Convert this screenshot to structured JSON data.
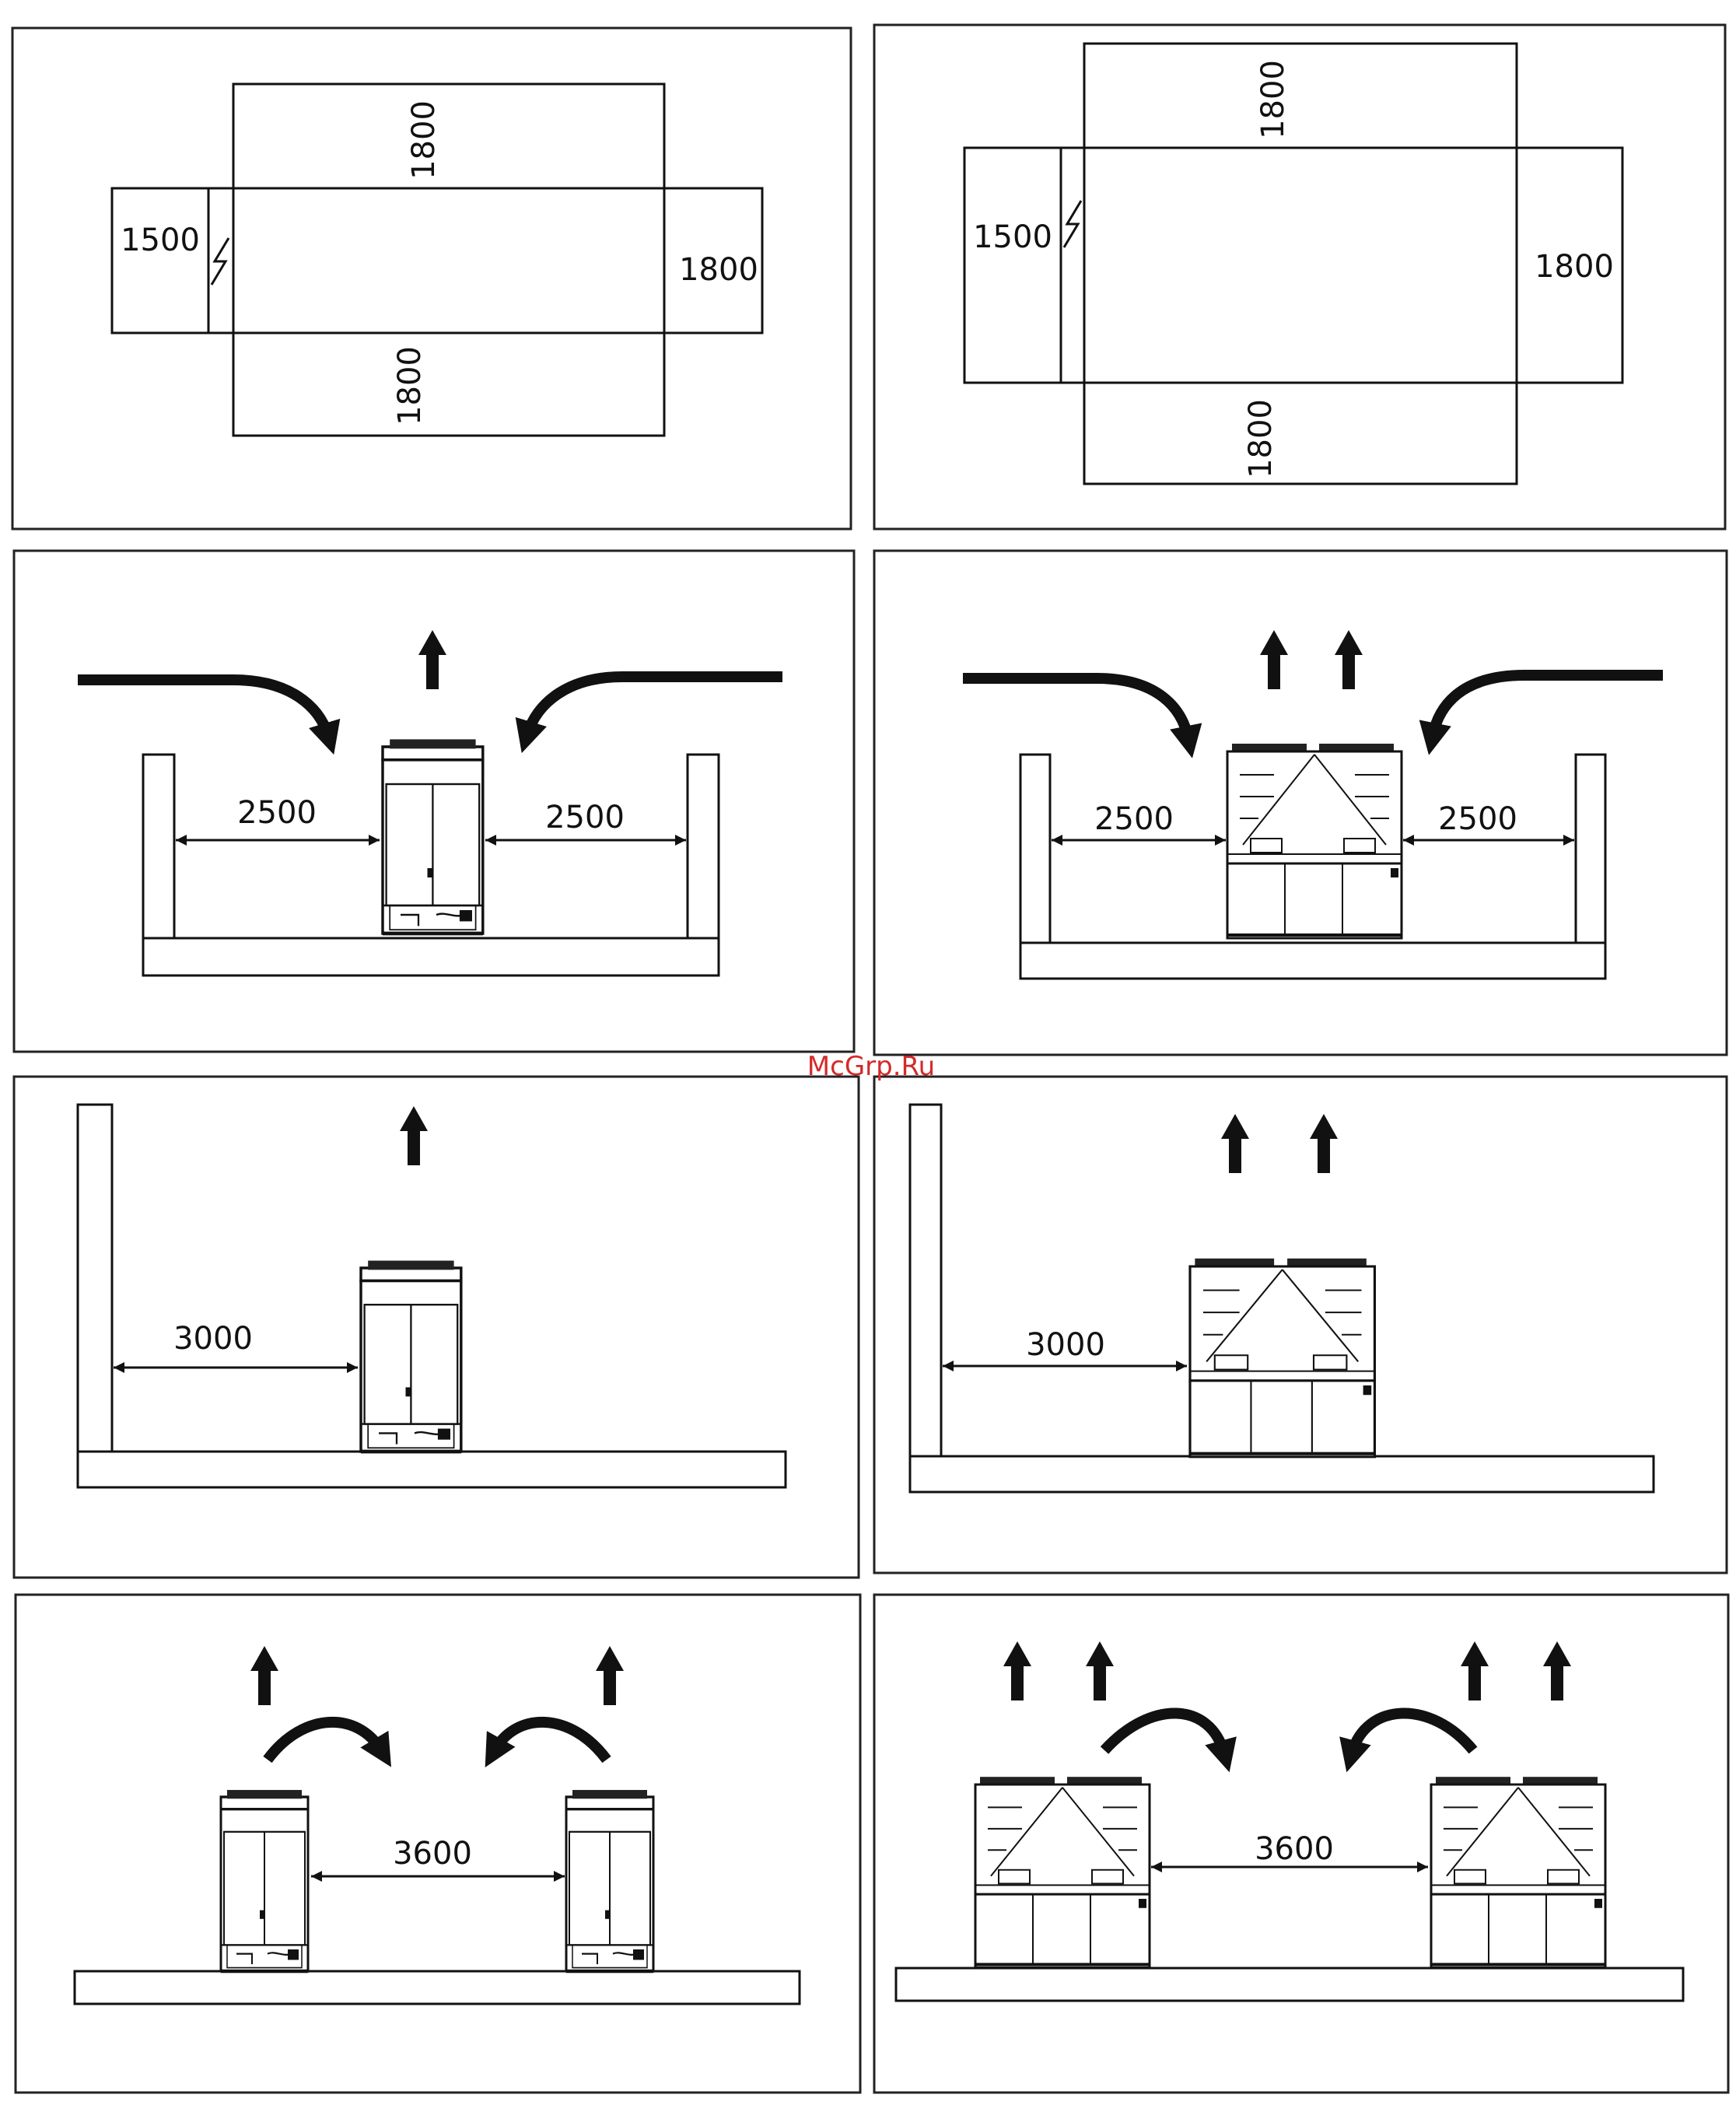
{
  "watermark": "McGrp.Ru",
  "panels": {
    "p1": {
      "top": "1800",
      "bottom": "1800",
      "left": "1500",
      "right": "1800"
    },
    "p2": {
      "top": "1800",
      "bottom": "1800",
      "left": "1500",
      "right": "1800"
    },
    "p3": {
      "left": "2500",
      "right": "2500"
    },
    "p4": {
      "left": "2500",
      "right": "2500"
    },
    "p5": {
      "wall": "3000"
    },
    "p6": {
      "wall": "3000"
    },
    "p7": {
      "between": "3600"
    },
    "p8": {
      "between": "3600"
    }
  },
  "icons": [
    "electrical-symbol-icon",
    "airflow-up-arrow-icon",
    "curved-airflow-arrow-icon",
    "dimension-arrow-icon"
  ]
}
